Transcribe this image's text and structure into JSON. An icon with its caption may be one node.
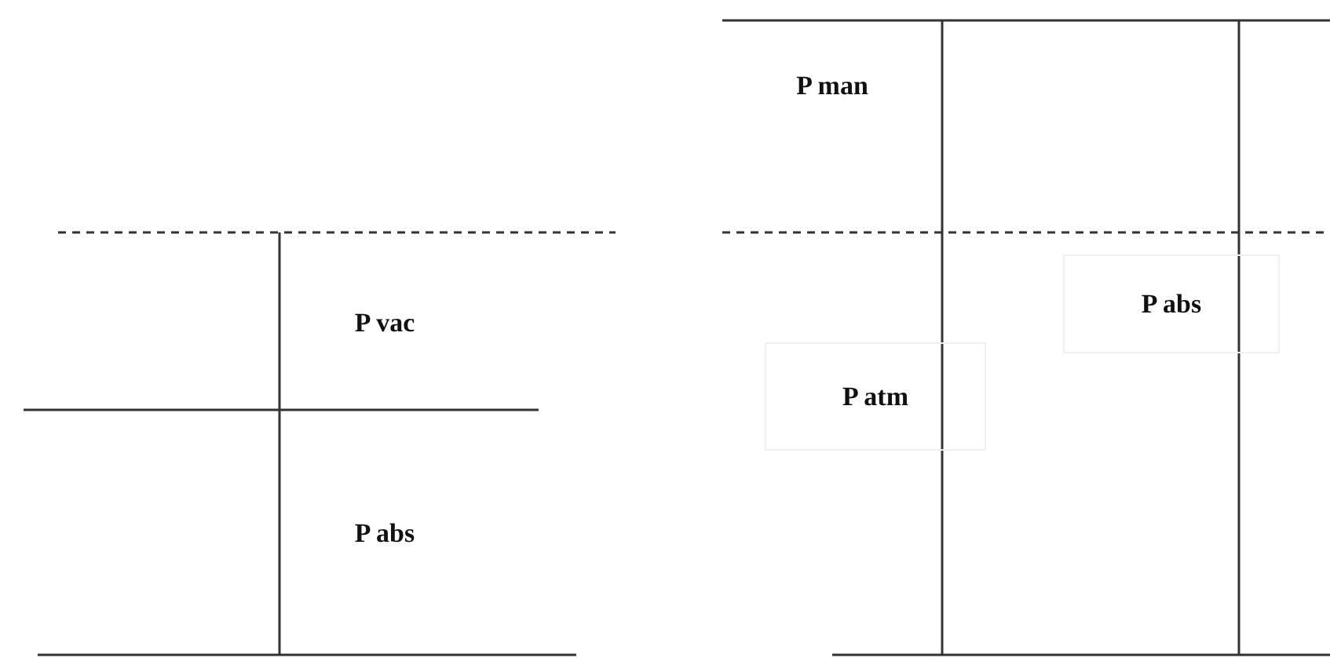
{
  "diagram": {
    "labels": [
      "P man",
      "P abs",
      "P vac",
      "P atm",
      "P abs"
    ]
  }
}
